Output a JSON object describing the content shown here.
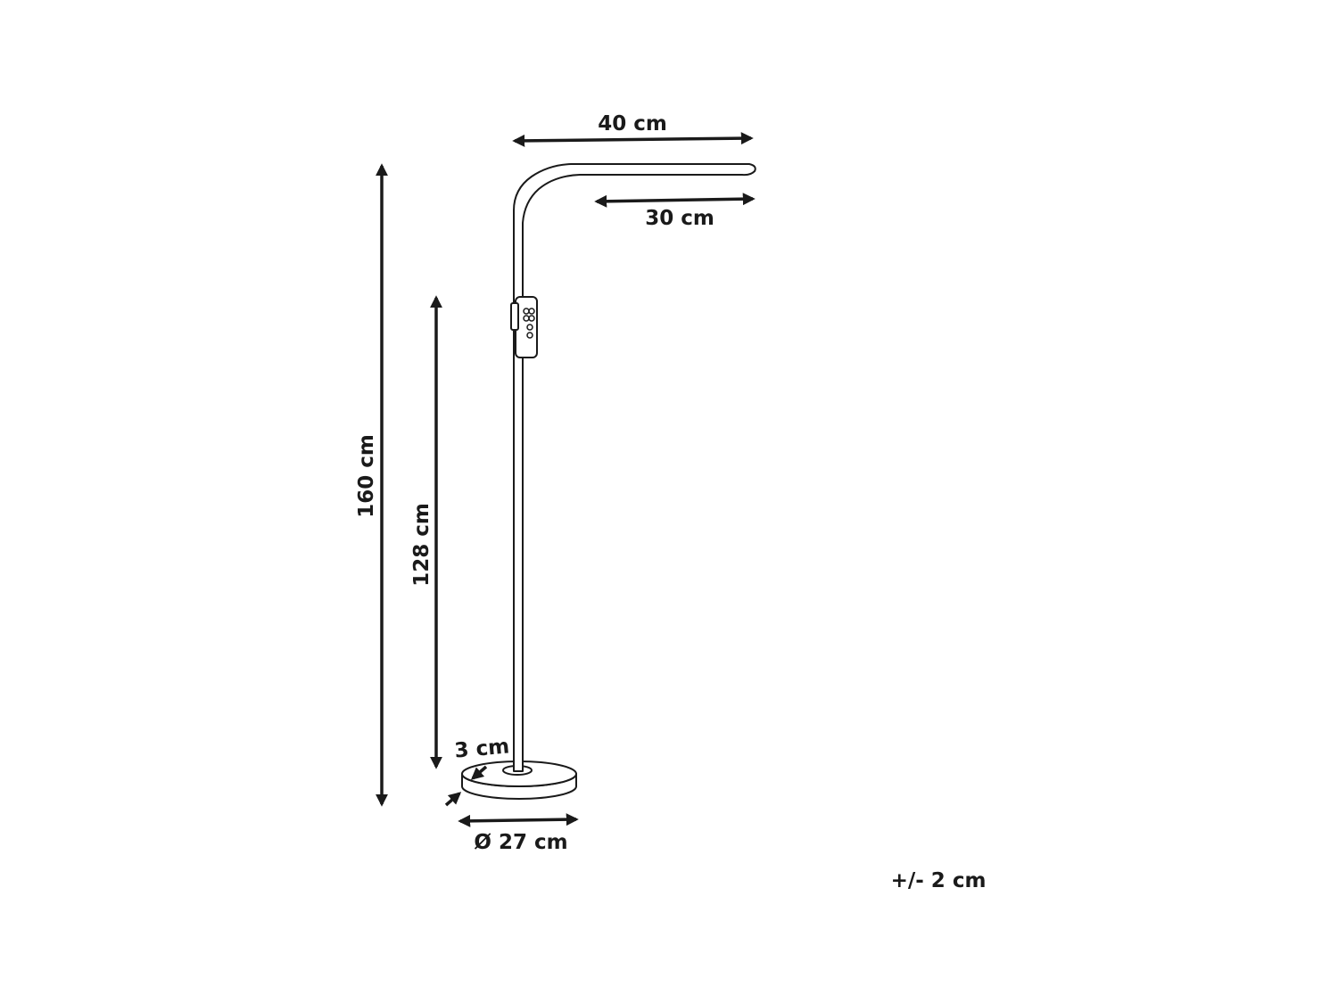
{
  "dimensions": {
    "total_height": "160 cm",
    "control_height": "128 cm",
    "arm_length": "40 cm",
    "head_length": "30 cm",
    "base_thickness": "3 cm",
    "base_diameter": "Ø 27 cm"
  },
  "tolerance_note": "+/- 2 cm",
  "colors": {
    "line": "#1a1a1a",
    "background": "#ffffff"
  }
}
